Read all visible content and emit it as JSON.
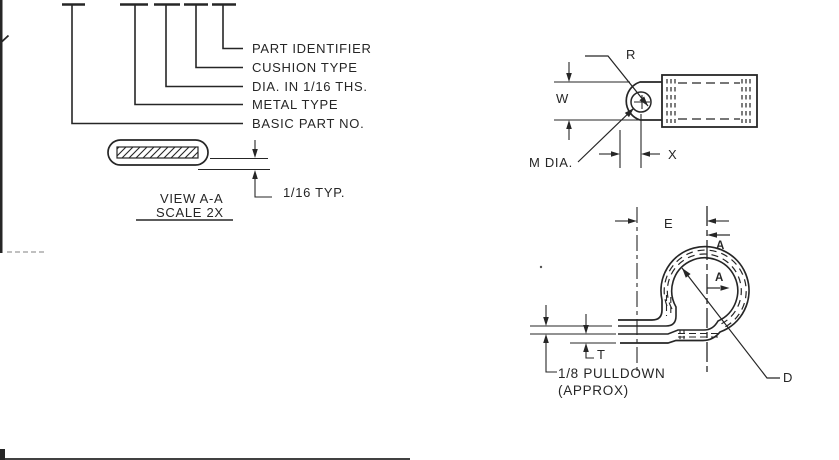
{
  "callouts": {
    "labels": [
      "PART IDENTIFIER",
      "CUSHION TYPE",
      "DIA. IN 1/16 THS.",
      "METAL TYPE",
      "BASIC PART NO."
    ]
  },
  "view_aa": {
    "title": "VIEW A-A",
    "scale": "SCALE 2X",
    "thickness_dim": "1/16 TYP."
  },
  "side_view": {
    "radius_label": "R",
    "width_label": "W",
    "hole_dia_label": "M DIA.",
    "offset_label": "X"
  },
  "front_view": {
    "edge_dist_label": "E",
    "section_letter_top": "A",
    "section_letter_bottom": "A",
    "thickness_label": "T",
    "pulldown_note_line1": "1/8 PULLDOWN",
    "pulldown_note_line2": "(APPROX)",
    "inner_dia_label": "D"
  },
  "colors": {
    "ink": "#262626",
    "paper": "#ffffff"
  }
}
